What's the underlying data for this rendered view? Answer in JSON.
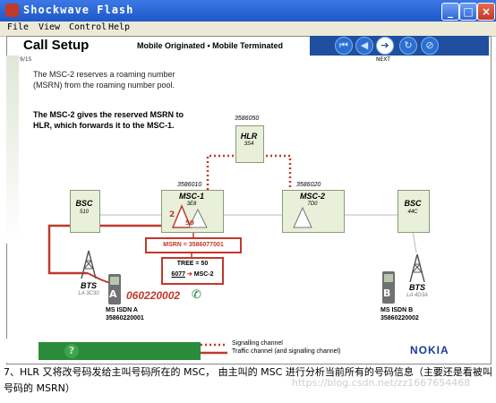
{
  "window": {
    "title": "Shockwave Flash",
    "menu": [
      "File",
      "View",
      "Control",
      "Help"
    ]
  },
  "slide": {
    "title": "Call Setup",
    "modes": "Mobile Originated • Mobile Terminated",
    "page": "9/15",
    "next_label": "NEXT",
    "paragraph1": "The MSC-2 reserves a roaming number (MSRN) from the roaming number pool.",
    "paragraph2": "The MSC-2 gives the reserved MSRN to HLR, which forwards it to the MSC-1."
  },
  "network": {
    "hlr": {
      "name": "HLR",
      "sub": "3S4",
      "number": "3586050"
    },
    "msc1": {
      "name": "MSC-1",
      "sub": "3E8",
      "number": "3586010",
      "step1": "2",
      "step2": "50"
    },
    "msc2": {
      "name": "MSC-2",
      "sub": "7D0",
      "number": "3586020"
    },
    "bsc_left": {
      "name": "BSC",
      "sub": "510"
    },
    "bsc_right": {
      "name": "BSC",
      "sub": "44C"
    },
    "bts_left": {
      "name": "BTS",
      "sub": "LA 3C30"
    },
    "bts_right": {
      "name": "BTS",
      "sub": "LA 4D3A"
    },
    "msrn": "MSRN = 3586077001",
    "tree_line1": "TREE = 50",
    "tree_line2_left": "6077",
    "tree_line2_right": "MSC-2",
    "calling_number": "060220002",
    "ms_a": {
      "letter": "A",
      "line1": "MS ISDN A",
      "line2": "35860220001"
    },
    "ms_b": {
      "letter": "B",
      "line1": "MS ISDN B",
      "line2": "35860220002"
    }
  },
  "legend": {
    "signalling": "Signalling channel",
    "traffic": "Traffic channel (and signalling channel)"
  },
  "brand": "NOKIA",
  "caption": "7、HLR 又将改号码发给主叫号码所在的 MSC， 由主叫的 MSC 进行分析当前所有的号码信息（主要还是看被叫号码的 MSRN）",
  "watermark": "https://blog.csdn.net/zz1667654468",
  "colors": {
    "titlebar": "#1f58c8",
    "signalling": "#c0392b",
    "traffic": "#c0392b",
    "box": "#e8f0d9",
    "footer_green": "#2a8c3a",
    "nokia_blue": "#1a3d9a"
  }
}
